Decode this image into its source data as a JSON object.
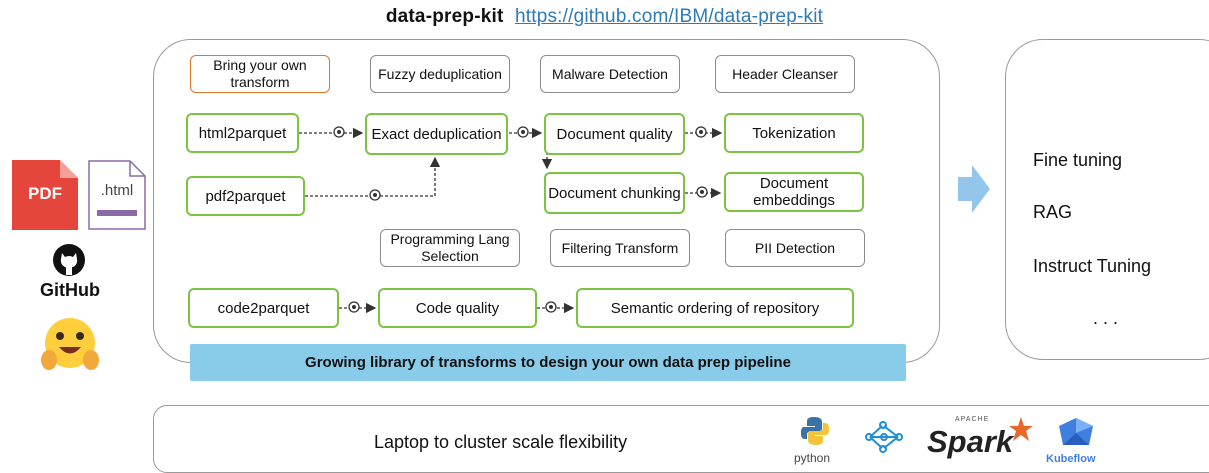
{
  "header": {
    "title": "data-prep-kit",
    "url": "https://github.com/IBM/data-prep-kit"
  },
  "sources": {
    "pdf_label": "PDF",
    "html_label": ".html",
    "github_label": "GitHub"
  },
  "transforms": {
    "byo": "Bring your own transform",
    "fuzzy": "Fuzzy deduplication",
    "malware": "Malware Detection",
    "header": "Header Cleanser",
    "html2parquet": "html2parquet",
    "exact": "Exact deduplication",
    "doc_quality": "Document quality",
    "tokenization": "Tokenization",
    "pdf2parquet": "pdf2parquet",
    "doc_chunking": "Document chunking",
    "doc_embeddings": "Document embeddings",
    "prog_lang": "Programming Lang Selection",
    "filtering": "Filtering Transform",
    "pii": "PII Detection",
    "code2parquet": "code2parquet",
    "code_quality": "Code quality",
    "semantic": "Semantic ordering of repository"
  },
  "banner": "Growing library of transforms to design your own data prep pipeline",
  "outputs": [
    "Fine tuning",
    "RAG",
    "Instruct Tuning",
    ". . ."
  ],
  "scale": {
    "text": "Laptop to cluster scale flexibility",
    "python_label": "python",
    "spark_label": "Spark",
    "spark_small": "APACHE",
    "kubeflow_label": "Kubeflow"
  },
  "colors": {
    "green_border": "#7dc343",
    "orange_border": "#d9772b",
    "banner_bg": "#89ccea",
    "link": "#2e7bb4",
    "arrow_blue": "#93c6ea"
  }
}
